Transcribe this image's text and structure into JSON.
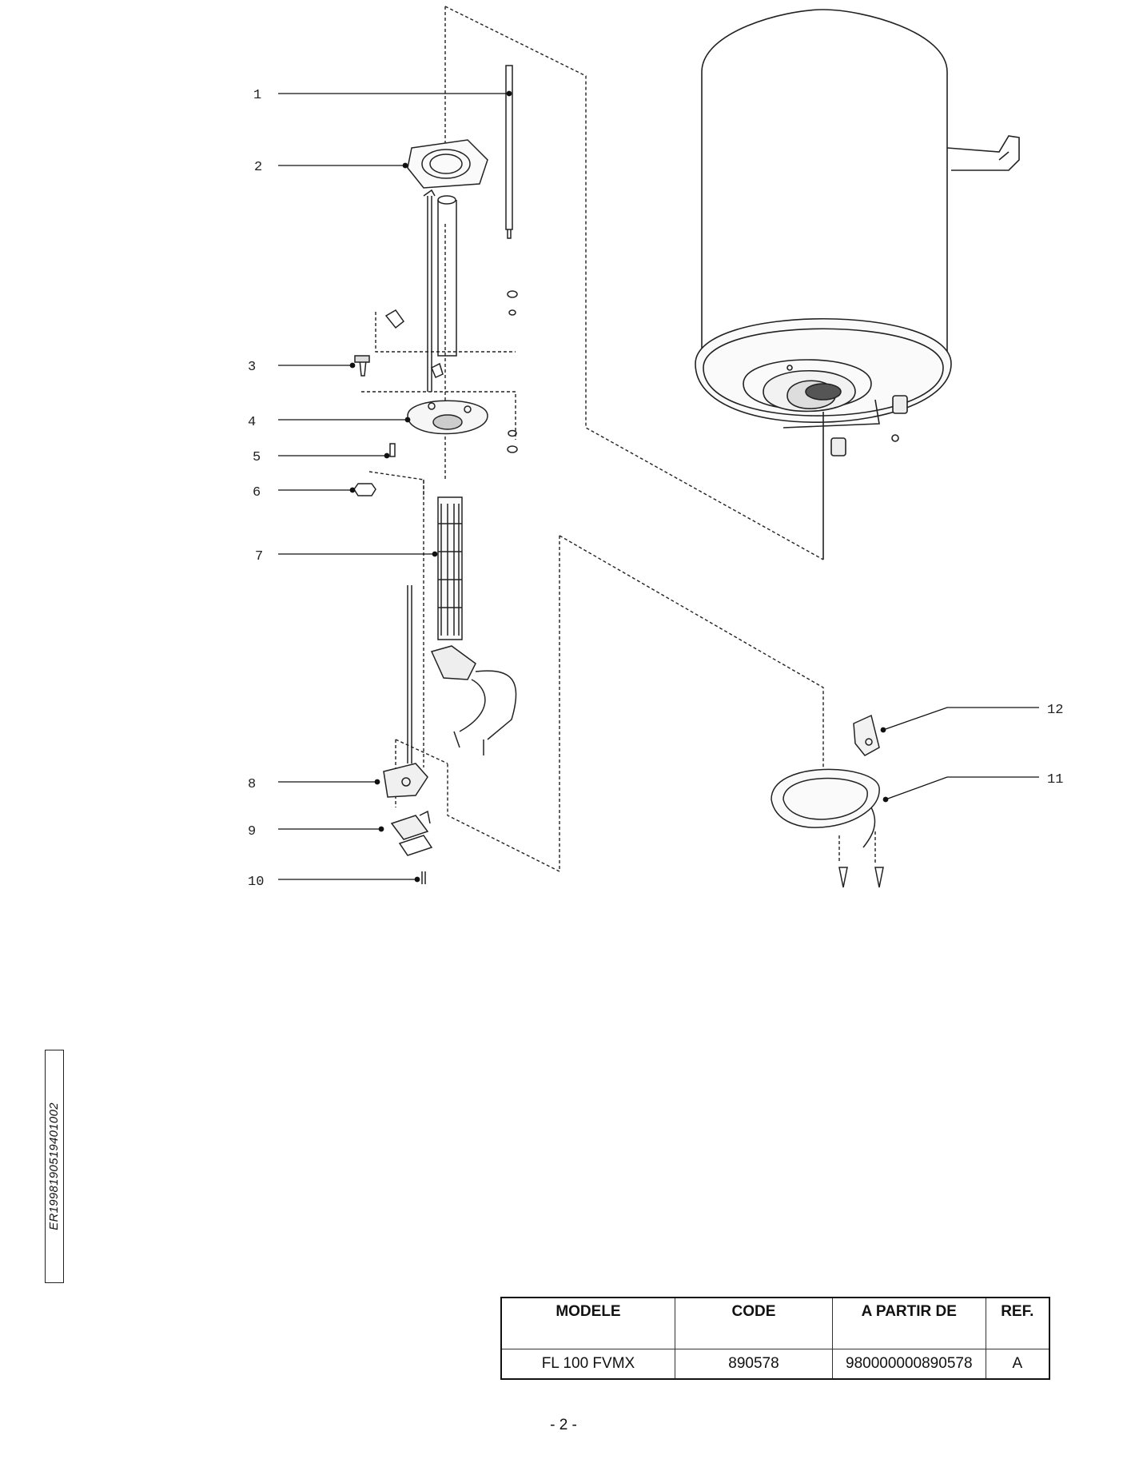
{
  "callouts": [
    "1",
    "2",
    "3",
    "4",
    "5",
    "6",
    "7",
    "8",
    "9",
    "10",
    "11",
    "12"
  ],
  "side_code": "ER1998190519401002",
  "table": {
    "headers": [
      "MODELE",
      "CODE",
      "A PARTIR DE",
      "REF."
    ],
    "rows": [
      [
        "FL 100 FVMX",
        "890578",
        "980000000890578",
        "A"
      ]
    ]
  },
  "page_number": "- 2 -"
}
